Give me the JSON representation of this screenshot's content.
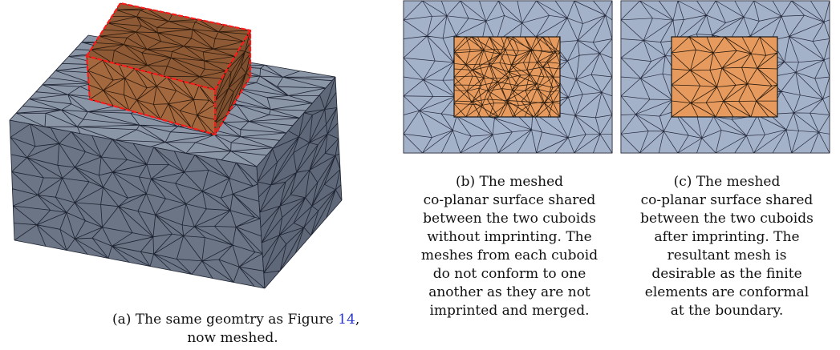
{
  "figure": {
    "panel_a": {
      "caption_lines": [
        "(a) The same geomtry as Figure ",
        "now meshed."
      ],
      "figure_ref": "14",
      "caption_tail": ",",
      "colors": {
        "base_block": "#6b7585",
        "base_top": "#8a95a6",
        "top_block": "#a4683e",
        "top_block_dark": "#7f5030",
        "outline": "#ff1a1a"
      }
    },
    "panel_b": {
      "caption_lines": [
        "(b) The meshed",
        "co-planar surface shared",
        "between the two cuboids",
        "without imprinting. The",
        "meshes from each cuboid",
        "do not conform to one",
        "another as they are not",
        "imprinted and merged."
      ],
      "colors": {
        "surround": "#a3b1c9",
        "inner": "#e69a5e"
      }
    },
    "panel_c": {
      "caption_lines": [
        "(c) The meshed",
        "co-planar surface shared",
        "between the two cuboids",
        "after imprinting. The",
        "resultant mesh is",
        "desirable as the finite",
        "elements are conformal",
        "at the boundary."
      ],
      "colors": {
        "surround": "#a3b1c9",
        "inner": "#e69a5e"
      }
    }
  }
}
